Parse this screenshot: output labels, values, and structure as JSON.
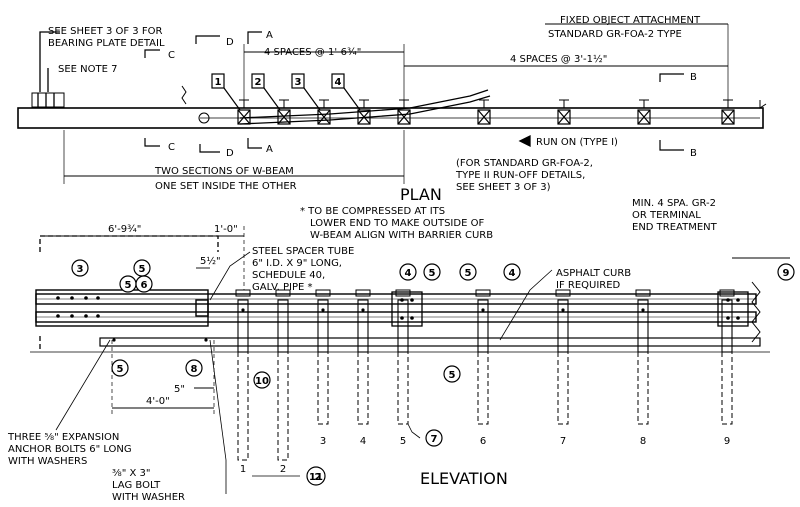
{
  "plan": {
    "title": "PLAN",
    "notes": {
      "sheet_ref_1": "SEE SHEET 3 OF 3 FOR",
      "sheet_ref_2": "BEARING PLATE DETAIL",
      "see_note": "SEE NOTE 7",
      "fixed_obj_1": "FIXED OBJECT ATTACHMENT",
      "fixed_obj_2": "STANDARD GR-FOA-2 TYPE",
      "spaces_left": "4 SPACES @ 1'-6¾\"",
      "spaces_right": "4 SPACES @ 3'-1½\"",
      "w_beam_1": "TWO SECTIONS OF W-BEAM",
      "w_beam_2": "ONE SET INSIDE THE OTHER",
      "run_on": "RUN ON (TYPE I)",
      "foa_1": "(FOR STANDARD GR-FOA-2,",
      "foa_2": "TYPE II RUN-OFF DETAILS,",
      "foa_3": "SEE SHEET 3 OF 3)"
    },
    "section_marks": [
      "D",
      "C",
      "A",
      "B",
      "C",
      "D",
      "A",
      "B"
    ],
    "post_tags": [
      "1",
      "2",
      "3",
      "4"
    ]
  },
  "elevation": {
    "title": "ELEVATION",
    "notes": {
      "compress_1": "* TO BE COMPRESSED AT ITS",
      "compress_2": "LOWER END TO MAKE OUTSIDE OF",
      "compress_3": "W-BEAM ALIGN WITH BARRIER CURB",
      "terminal_1": "MIN. 4 SPA. GR-2",
      "terminal_2": "OR TERMINAL",
      "terminal_3": "END TREATMENT",
      "dim_total": "6'-9¾\"",
      "dim_1ft": "1'-0\"",
      "dim_half": "5½\"",
      "spacer_1": "STEEL SPACER TUBE",
      "spacer_2": "6\" I.D. X 9\" LONG,",
      "spacer_3": "SCHEDULE 40,",
      "spacer_4": "GALV. PIPE *",
      "asphalt_1": "ASPHALT CURB",
      "asphalt_2": "IF REQUIRED",
      "dim_5in": "5\"",
      "dim_4ft": "4'-0\"",
      "anchor_1": "THREE ⅝\" EXPANSION",
      "anchor_2": "ANCHOR BOLTS 6\" LONG",
      "anchor_3": "WITH WASHERS",
      "lag_1": "⅜\" X 3\"",
      "lag_2": "LAG BOLT",
      "lag_3": "WITH WASHER"
    },
    "callouts": [
      "3",
      "5",
      "5",
      "6",
      "5",
      "4",
      "5",
      "4",
      "9",
      "5",
      "8",
      "10",
      "5",
      "7",
      "2",
      "11"
    ],
    "post_numbers": [
      "3",
      "4",
      "5",
      "6",
      "7",
      "8",
      "9",
      "1",
      "2"
    ]
  }
}
